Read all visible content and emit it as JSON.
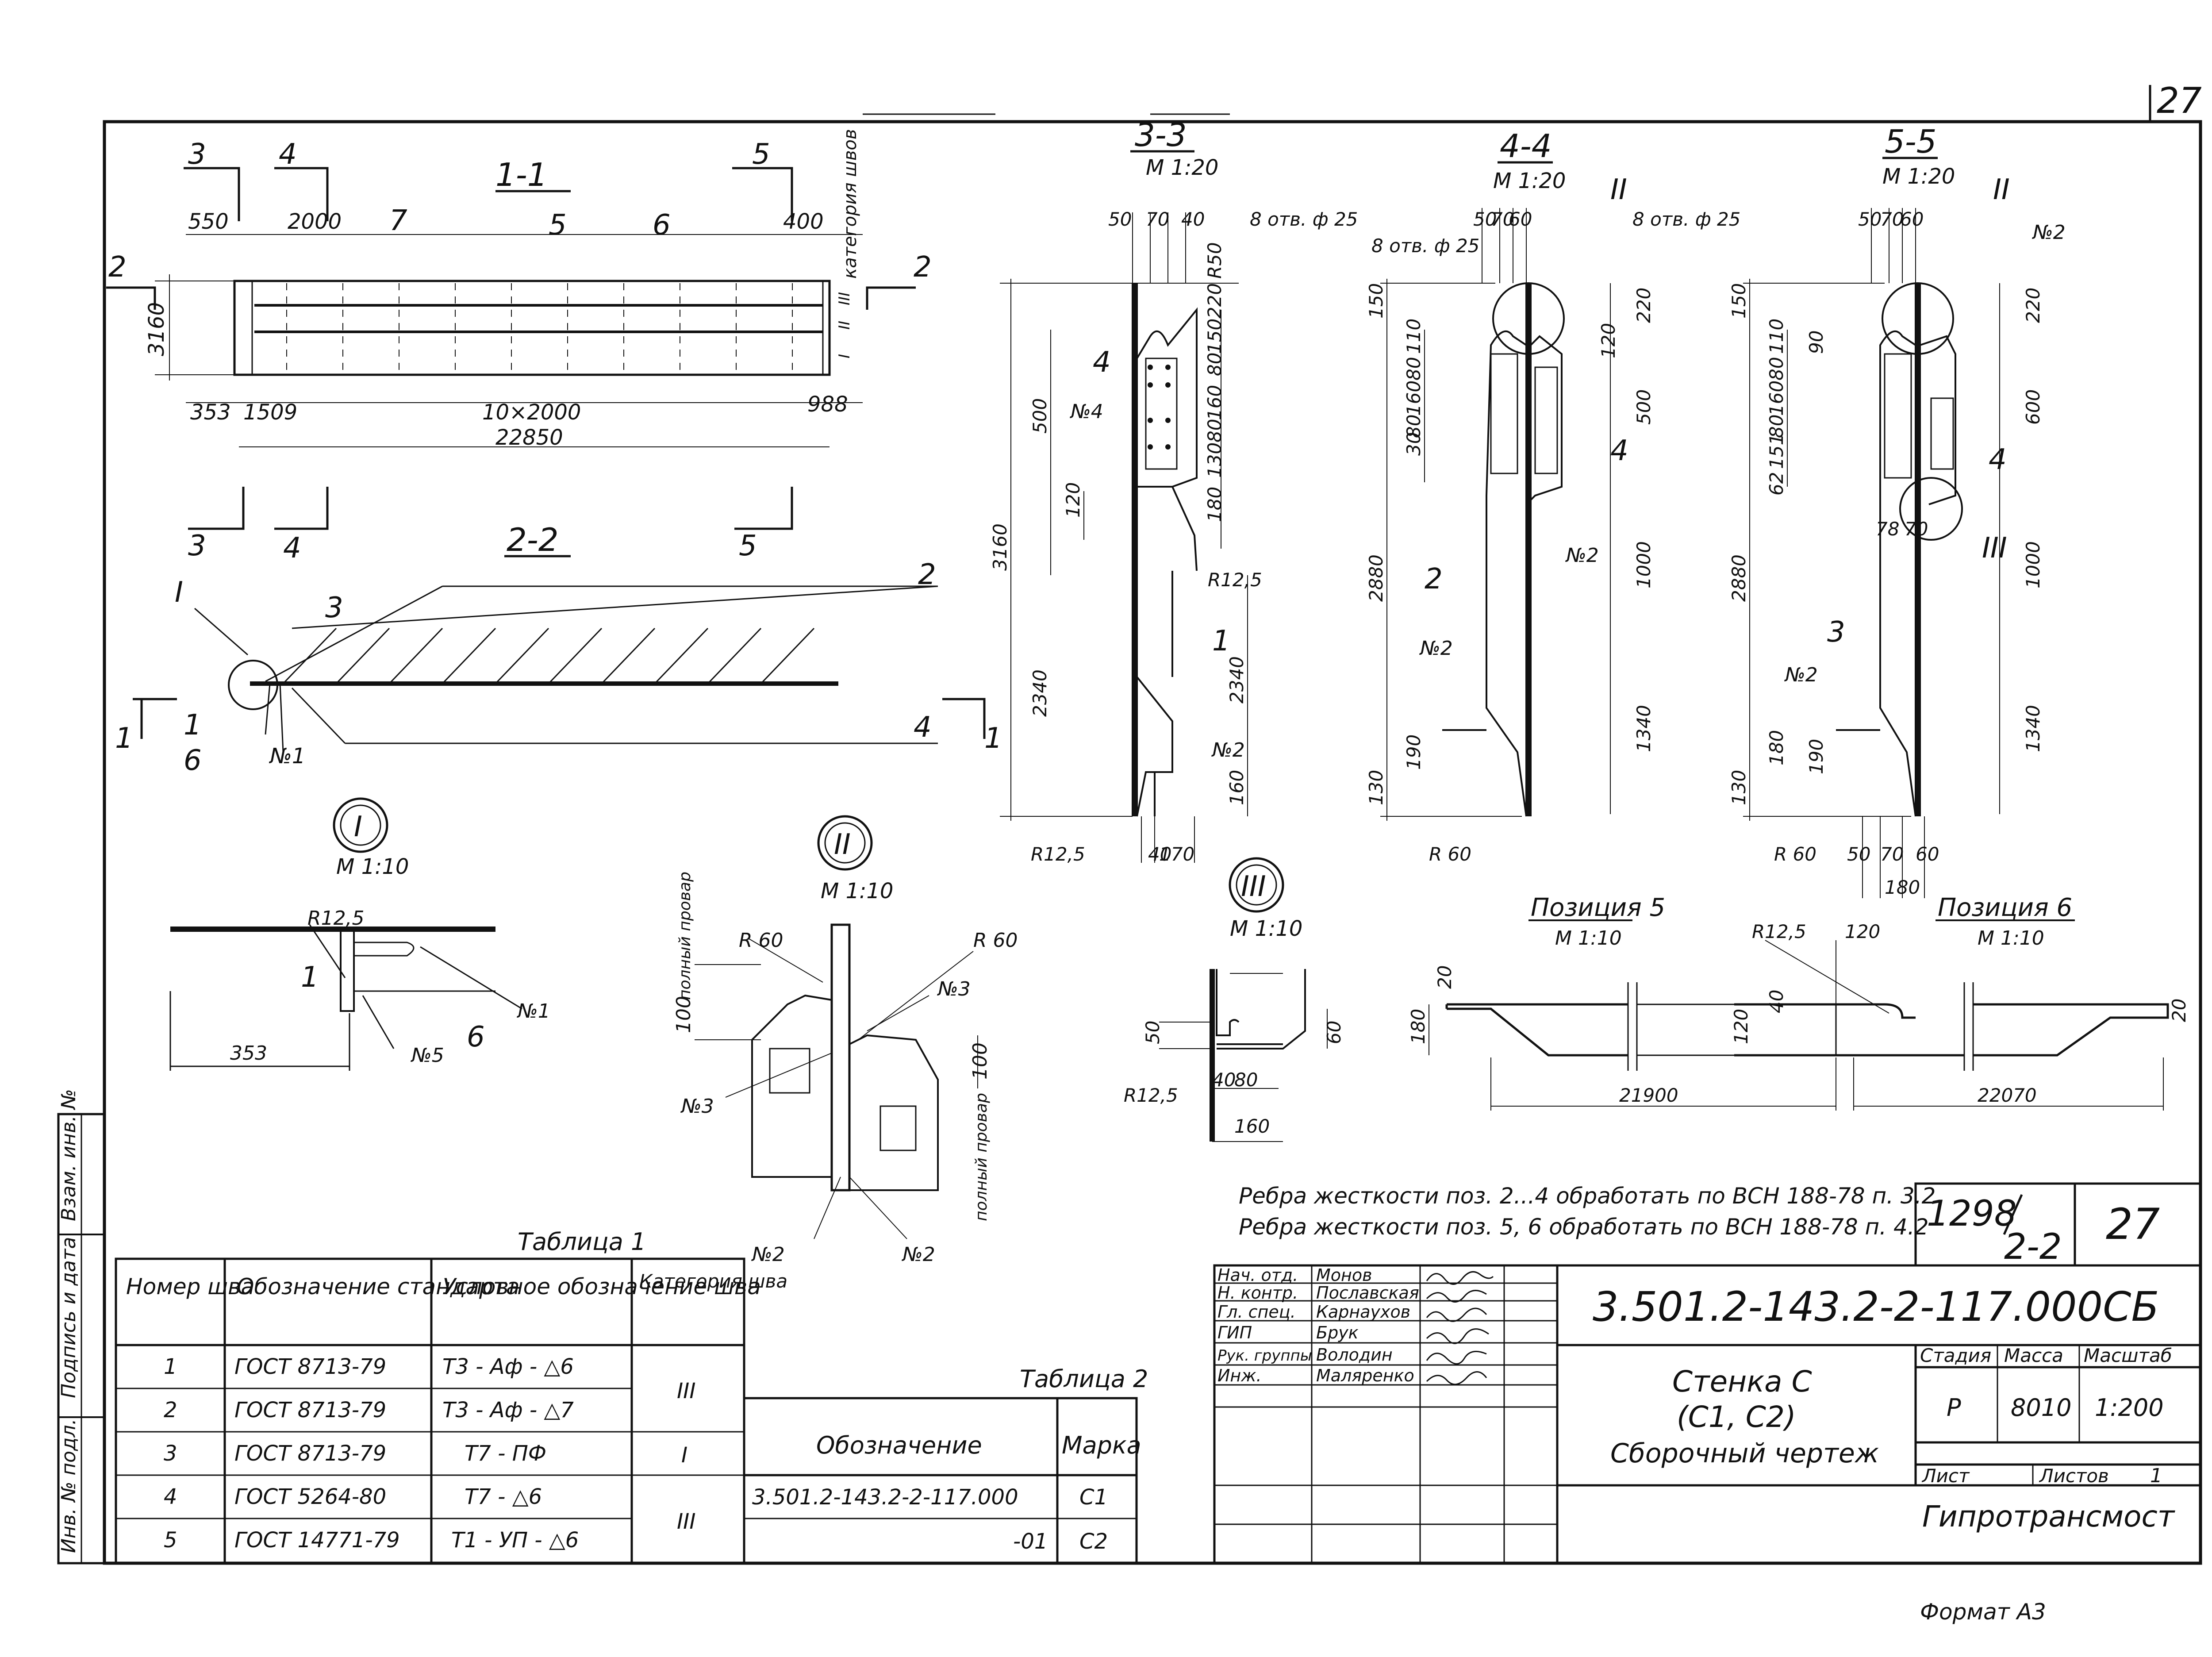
{
  "sheet_number": "27",
  "format_label": "Формат А3",
  "views": {
    "s11": {
      "title": "1-1",
      "dims": [
        "550",
        "2000",
        "400",
        "3160",
        "353",
        "1509",
        "10×2000",
        "988",
        "22850"
      ],
      "positions": [
        "7",
        "5",
        "6"
      ],
      "cuts": [
        "3",
        "4",
        "5",
        "2",
        "2"
      ],
      "weld_category": "категория швов",
      "weld_marks": [
        "I",
        "II",
        "III"
      ]
    },
    "s22": {
      "title": "2-2",
      "positions": [
        "3",
        "2",
        "4",
        "1",
        "6"
      ],
      "node": "I",
      "weld": "№1",
      "cuts": [
        "3",
        "4",
        "5",
        "1",
        "1"
      ]
    },
    "s33": {
      "title": "3-3",
      "scale": "М 1:20",
      "dims": [
        "50",
        "70",
        "40",
        "8 отв. ф 25",
        "R50",
        "220",
        "150",
        "80",
        "160",
        "80",
        "130",
        "180",
        "500",
        "120",
        "3160",
        "2340",
        "2340",
        "160",
        "R12,5",
        "40",
        "170",
        "R12,5"
      ],
      "positions": [
        "4",
        "1"
      ],
      "welds": [
        "№4",
        "№2"
      ]
    },
    "s44": {
      "title": "4-4",
      "scale": "М 1:20",
      "dims": [
        "50",
        "70",
        "60",
        "8 отв. ф 25",
        "8 отв. ф 25",
        "150",
        "110",
        "80",
        "160",
        "80",
        "30",
        "220",
        "120",
        "500",
        "2880",
        "1000",
        "1340",
        "190",
        "130",
        "R 60"
      ],
      "positions": [
        "4",
        "2"
      ],
      "welds": [
        "№2",
        "№2"
      ],
      "node": "II"
    },
    "s55": {
      "title": "5-5",
      "scale": "М 1:20",
      "dims": [
        "50",
        "70",
        "60",
        "150",
        "110",
        "80",
        "160",
        "80",
        "151",
        "62",
        "90",
        "220",
        "600",
        "2880",
        "78",
        "70",
        "1000",
        "1340",
        "180",
        "190",
        "130",
        "R 60",
        "50",
        "70",
        "60",
        "180"
      ],
      "positions": [
        "4",
        "3"
      ],
      "welds": [
        "№2",
        "№2"
      ],
      "nodes": [
        "II",
        "III"
      ]
    },
    "nodeI": {
      "title": "I",
      "scale": "М 1:10",
      "dims": [
        "R12,5",
        "353"
      ],
      "positions": [
        "1",
        "6"
      ],
      "welds": [
        "№1",
        "№5"
      ]
    },
    "nodeII": {
      "title": "II",
      "scale": "М 1:10",
      "dims": [
        "R 60",
        "R 60",
        "100",
        "100"
      ],
      "welds": [
        "№3",
        "№3",
        "№2",
        "№2"
      ],
      "notes": [
        "полный провар",
        "полный провар"
      ]
    },
    "nodeIII": {
      "title": "III",
      "scale": "М 1:10",
      "dims": [
        "50",
        "60",
        "40",
        "80",
        "160",
        "R12,5"
      ]
    },
    "pos5": {
      "title": "Позиция 5",
      "scale": "М 1:10",
      "dims": [
        "20",
        "180",
        "21900"
      ]
    },
    "pos6": {
      "title": "Позиция 6",
      "scale": "М 1:10",
      "dims": [
        "R12,5",
        "120",
        "40",
        "120",
        "20",
        "22070"
      ]
    }
  },
  "notes": [
    "Ребра жесткости поз. 2...4 обработать по ВСН 188-78 п. 3.2",
    "Ребра жесткости поз. 5, 6 обработать по ВСН 188-78 п. 4.2"
  ],
  "table1": {
    "title": "Таблица 1",
    "headers": [
      "Номер шва",
      "Обозначение стандарта",
      "Условное обозначение шва",
      "Категория шва"
    ],
    "rows": [
      [
        "1",
        "ГОСТ 8713-79",
        "Т3 - Аф - △6"
      ],
      [
        "2",
        "ГОСТ 8713-79",
        "Т3 - Аф - △7"
      ],
      [
        "3",
        "ГОСТ 8713-79",
        "Т7 - ПФ"
      ],
      [
        "4",
        "ГОСТ 5264-80",
        "Т7 - △6"
      ],
      [
        "5",
        "ГОСТ 14771-79",
        "Т1 - УП - △6"
      ]
    ],
    "categories": [
      "III",
      "I",
      "III"
    ]
  },
  "table2": {
    "title": "Таблица 2",
    "headers": [
      "Обозначение",
      "Марка"
    ],
    "rows": [
      [
        "3.501.2-143.2-2-117.000",
        "С1"
      ],
      [
        "-01",
        "С2"
      ]
    ]
  },
  "side_stamp": [
    "Взам. инв. №",
    "Подпись и дата",
    "Инв. № подл."
  ],
  "title_block": {
    "ref": "1298/2-2",
    "ref_num": "1298",
    "ref_sub": "2-2",
    "sheet": "27",
    "doc_code": "3.501.2-143.2-2-117.000СБ",
    "name": [
      "Стенка С",
      "(С1, С2)",
      "Сборочный чертеж"
    ],
    "signatures": [
      [
        "Нач. отд.",
        "Монов"
      ],
      [
        "Н. контр.",
        "Пославская"
      ],
      [
        "Гл. спец.",
        "Карнаухов"
      ],
      [
        "ГИП",
        "Брук"
      ],
      [
        "Рук. группы",
        "Володин"
      ],
      [
        "Инж.",
        "Маляренко"
      ]
    ],
    "stage_label": "Стадия",
    "mass_label": "Масса",
    "scale_label": "Масштаб",
    "stage": "Р",
    "mass": "8010",
    "scale": "1:200",
    "list_label": "Лист",
    "lists_label": "Листов",
    "lists": "1",
    "org": "Гипротрансмост"
  }
}
